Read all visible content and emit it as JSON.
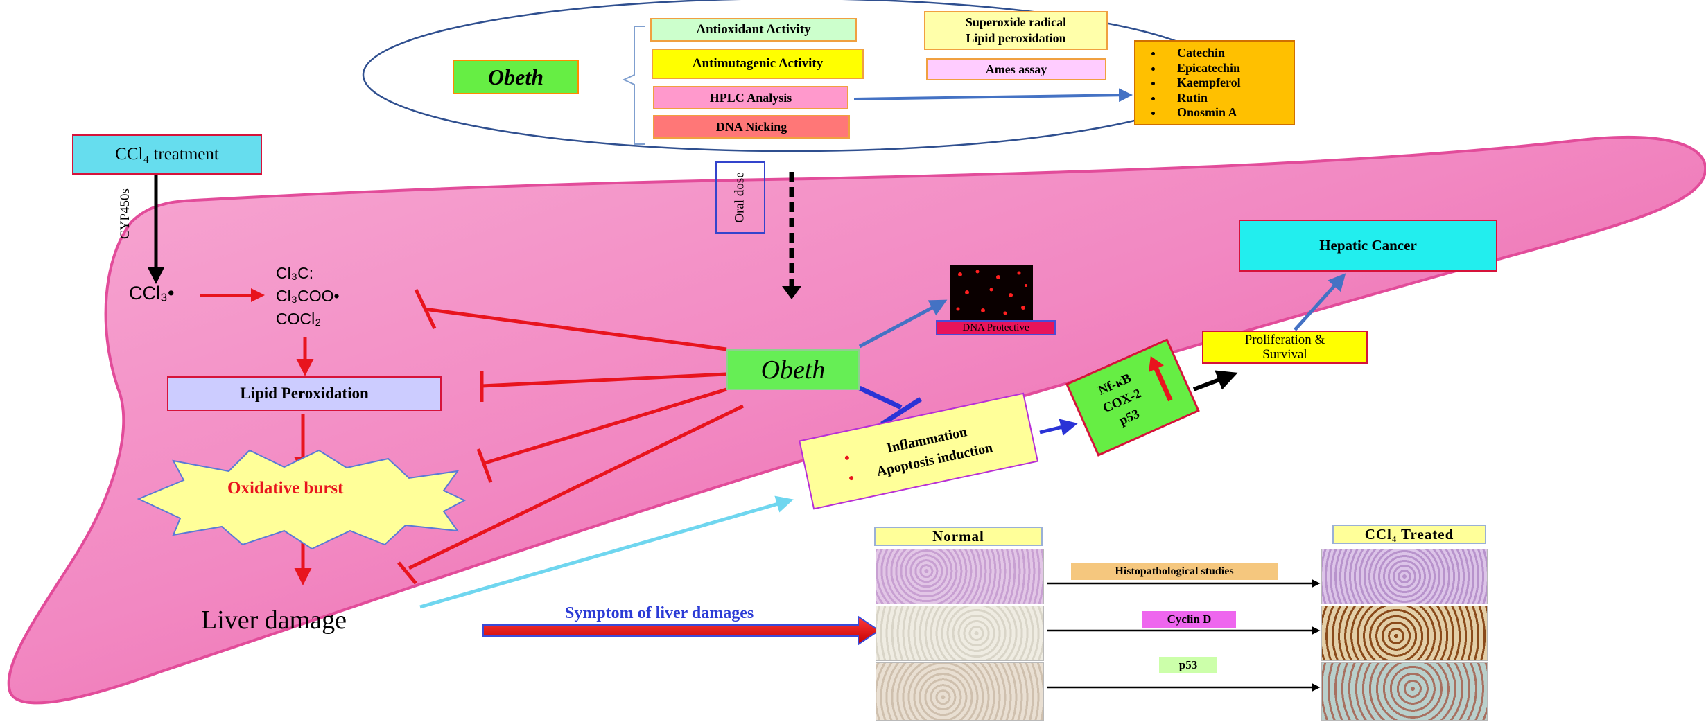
{
  "top": {
    "obeth_label": "Obeth",
    "assays": [
      "Antioxidant Activity",
      "Antimutagenic Activity",
      "HPLC Analysis",
      "DNA Nicking"
    ],
    "assays_detail": [
      "Superoxide radical",
      "Lipid peroxidation",
      "Ames assay"
    ],
    "compounds": [
      "Catechin",
      "Epicatechin",
      "Kaempferol",
      "Rutin",
      "Onosmin A"
    ]
  },
  "left": {
    "treatment": "CCl₄ treatment",
    "enzyme": "CYP450s",
    "radical": "CCl₃•",
    "products": [
      "Cl₃C:",
      "Cl₃COO•",
      "COCl₂"
    ],
    "lipid_peroxidation": "Lipid Peroxidation",
    "oxidative_burst": "Oxidative burst",
    "liver_damage": "Liver damage"
  },
  "center": {
    "oral_dose": "Oral dose",
    "obeth_label": "Obeth",
    "dna_protective": "DNA Protective",
    "inflammation": "Inflammation",
    "apoptosis": "Apoptosis induction",
    "markers": [
      "Nf-κB",
      "COX-2",
      "p53"
    ],
    "proliferation": "Proliferation & Survival",
    "hepatic_cancer": "Hepatic Cancer"
  },
  "bottom": {
    "symptom": "Symptom of liver damages",
    "normal": "Normal",
    "treated": "CCl₄ Treated",
    "studies": [
      "Histopathological studies",
      "Cyclin D",
      "p53"
    ]
  },
  "colors": {
    "liver": "#f48cc4",
    "inhibit": "#e8141e",
    "obeth_box": "#66ee55",
    "cancer_box": "#22eeee",
    "arrow_blue": "#4472c4"
  }
}
